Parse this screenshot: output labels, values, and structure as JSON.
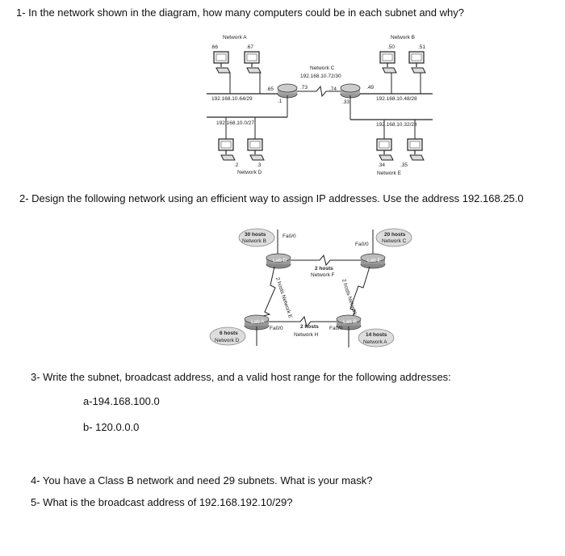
{
  "questions": {
    "q1": "1- In the network shown in the diagram, how many computers could be in each subnet and why?",
    "q2": "2- Design the following network using an efficient way to assign IP addresses. Use the address 192.168.25.0",
    "q3": "3- Write the subnet, broadcast address, and a valid host range for the following addresses:",
    "q3a": "a-194.168.100.0",
    "q3b": "b- 120.0.0.0",
    "q4": "4- You have a Class B network and need 29 subnets. What is your mask?",
    "q5": "5- What is the broadcast address of 192.168.192.10/29?"
  },
  "diagram1": {
    "network_a": "Network A",
    "network_b": "Network B",
    "network_c": "Network C",
    "network_c_addr": "192.168.10.72/30",
    "network_d": "Network D",
    "network_e": "Network E",
    "a_pc1": ".66",
    "a_pc2": ".67",
    "a_rtr": ".65",
    "a_subnet": "192.168.10.64/29",
    "b_pc1": ".50",
    "b_pc2": ".51",
    "b_rtr": ".49",
    "b_subnet": "192.168.10.48/28",
    "c_left": ".73",
    "c_right": ".74",
    "d_rtr": ".1",
    "d_subnet": "192.168.10.0/27",
    "d_pc1": ".2",
    "d_pc2": ".3",
    "e_rtr": ".33",
    "e_subnet": "192.168.10.32/28",
    "e_pc1": ".34",
    "e_pc2": ".35"
  },
  "diagram2": {
    "lab_d": "Lab D",
    "lab_e": "Lab E",
    "lab_a": "Lab A",
    "lab_b": "Lab B",
    "net_b_hosts": "30 hosts",
    "net_b_name": "Network B",
    "net_c_hosts": "20 hosts",
    "net_c_name": "Network C",
    "net_d_hosts": "6 hosts",
    "net_d_name": "Network D",
    "net_a_hosts": "14 hosts",
    "net_a_name": "Network A",
    "net_f_hosts": "2 hosts",
    "net_f_name": "Network F",
    "net_h_hosts": "2 hosts",
    "net_h_name": "Network H",
    "net_e_label": "2 hosts Network E",
    "net_g_label": "2 hosts Network G",
    "fa_d": "Fa0/0",
    "fa_e": "Fa0/0",
    "fa_a": "Fa0/0",
    "fa_b": "Fa0/0"
  }
}
